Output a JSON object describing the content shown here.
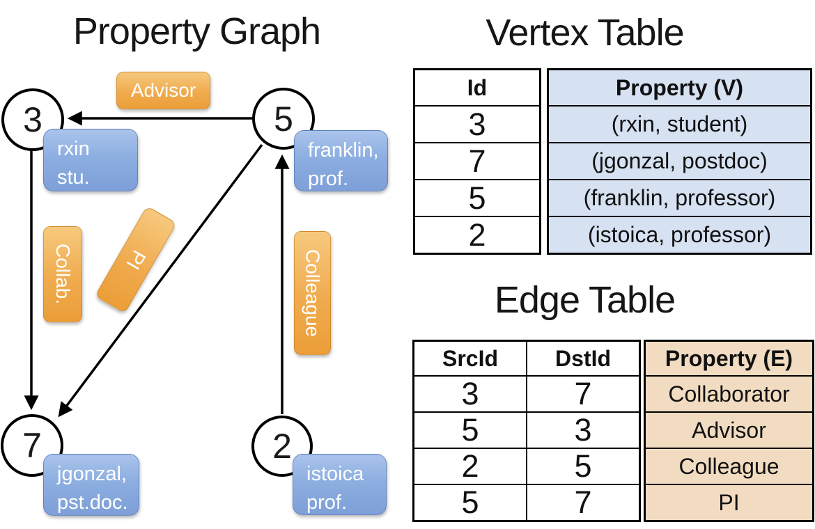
{
  "titles": {
    "graph": "Property Graph",
    "vertex": "Vertex Table",
    "edge": "Edge Table"
  },
  "graph": {
    "nodes": {
      "n3": "3",
      "n5": "5",
      "n7": "7",
      "n2": "2"
    },
    "edge_labels": {
      "advisor": "Advisor",
      "collab": "Collab.",
      "pi": "PI",
      "colleague": "Colleague"
    },
    "property_boxes": {
      "rxin": {
        "line1": "rxin",
        "line2": "stu."
      },
      "franklin": {
        "line1": "franklin,",
        "line2": "prof."
      },
      "jgonzal": {
        "line1": "jgonzal,",
        "line2": "pst.doc."
      },
      "istoica": {
        "line1": "istoica",
        "line2": "prof."
      }
    },
    "edges": [
      {
        "src": "5",
        "dst": "3",
        "label": "Advisor"
      },
      {
        "src": "3",
        "dst": "7",
        "label": "Collab."
      },
      {
        "src": "5",
        "dst": "7",
        "label": "PI"
      },
      {
        "src": "2",
        "dst": "5",
        "label": "Colleague"
      }
    ]
  },
  "vertex_table": {
    "headers": {
      "id": "Id",
      "property": "Property (V)"
    },
    "rows": [
      {
        "id": "3",
        "property": "(rxin, student)"
      },
      {
        "id": "7",
        "property": "(jgonzal, postdoc)"
      },
      {
        "id": "5",
        "property": "(franklin, professor)"
      },
      {
        "id": "2",
        "property": "(istoica, professor)"
      }
    ]
  },
  "edge_table": {
    "headers": {
      "src": "SrcId",
      "dst": "DstId",
      "property": "Property (E)"
    },
    "rows": [
      {
        "src": "3",
        "dst": "7",
        "property": "Collaborator"
      },
      {
        "src": "5",
        "dst": "3",
        "property": "Advisor"
      },
      {
        "src": "2",
        "dst": "5",
        "property": "Colleague"
      },
      {
        "src": "5",
        "dst": "7",
        "property": "PI"
      }
    ]
  },
  "colors": {
    "edge_label_fill": "#f0ab4e",
    "property_box_fill": "#8caee0",
    "vertex_cell_fill": "#d6e1f2",
    "edge_cell_fill": "#f2dcc1",
    "line": "#000000"
  }
}
